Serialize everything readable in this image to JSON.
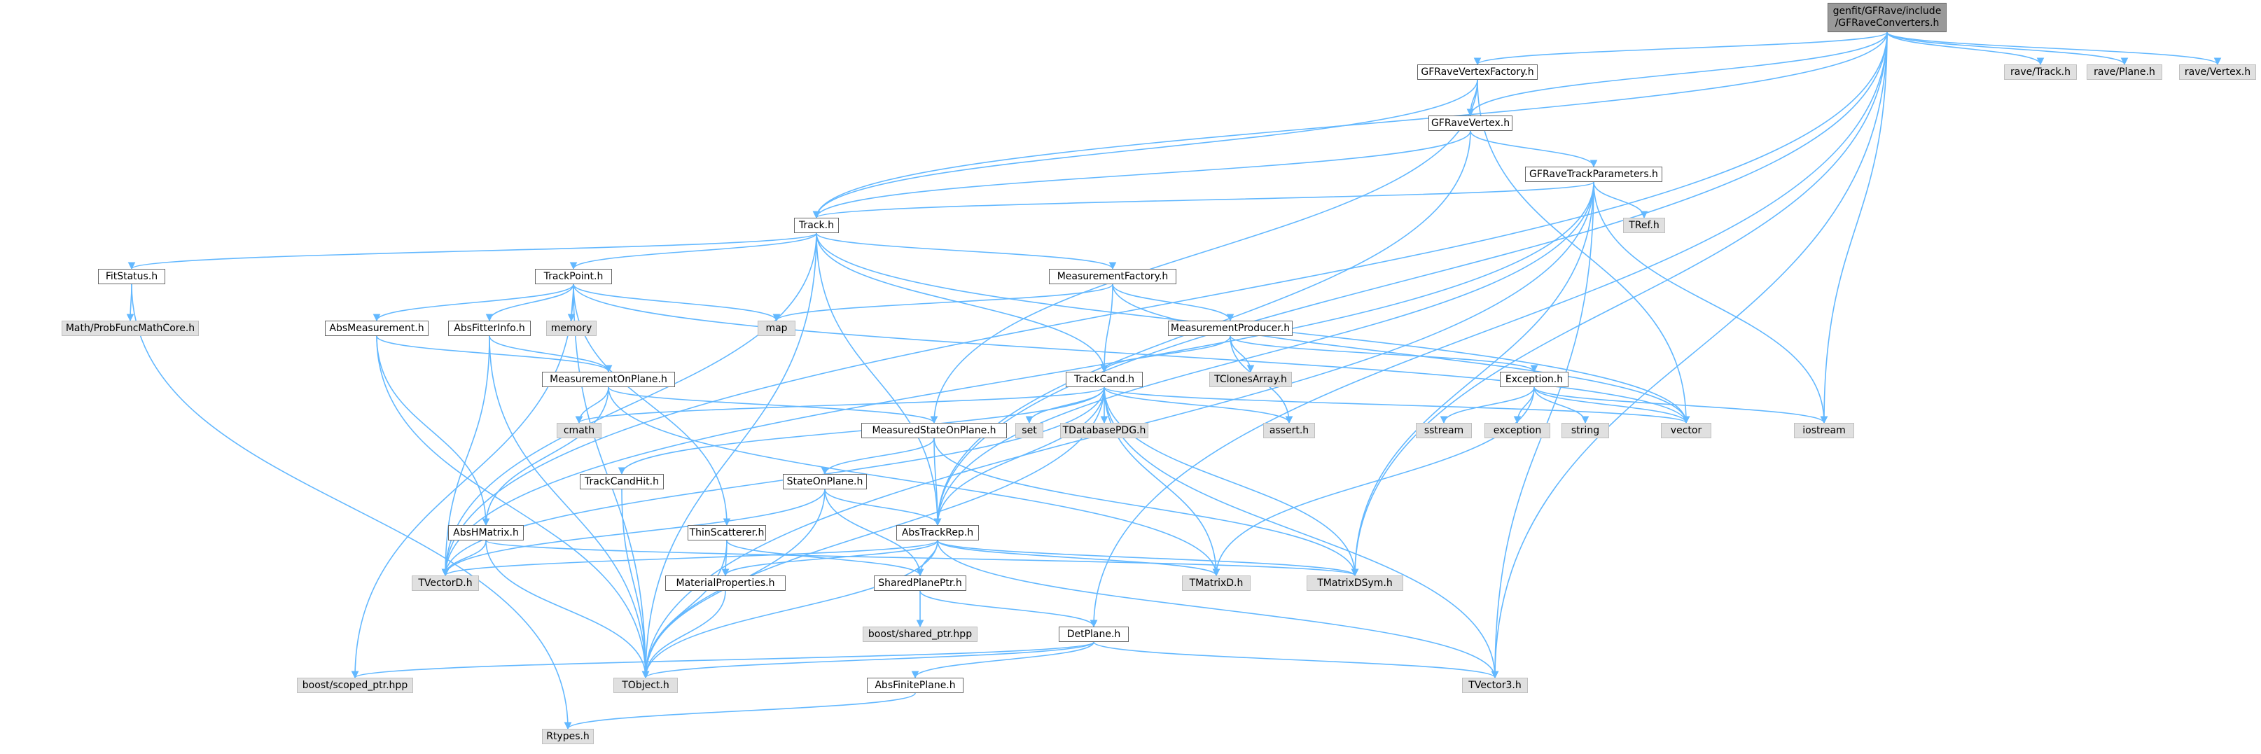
{
  "graph": {
    "colors": {
      "edge": "#63b8ff",
      "root_fill": "#999999",
      "header_fill": "#ffffff",
      "external_fill": "#e0e0e0",
      "border": "#666666"
    },
    "nodes": [
      {
        "id": "root",
        "label": "genfit/GFRave/include\n/GFRaveConverters.h",
        "kind": "root"
      },
      {
        "id": "gfrvf",
        "label": "GFRaveVertexFactory.h",
        "kind": "header"
      },
      {
        "id": "gfrv",
        "label": "GFRaveVertex.h",
        "kind": "header"
      },
      {
        "id": "gfrtp",
        "label": "GFRaveTrackParameters.h",
        "kind": "header"
      },
      {
        "id": "track",
        "label": "Track.h",
        "kind": "header"
      },
      {
        "id": "fitstatus",
        "label": "FitStatus.h",
        "kind": "header"
      },
      {
        "id": "trackpoint",
        "label": "TrackPoint.h",
        "kind": "header"
      },
      {
        "id": "measfactory",
        "label": "MeasurementFactory.h",
        "kind": "header"
      },
      {
        "id": "measproducer",
        "label": "MeasurementProducer.h",
        "kind": "header"
      },
      {
        "id": "absmeas",
        "label": "AbsMeasurement.h",
        "kind": "header"
      },
      {
        "id": "absfitter",
        "label": "AbsFitterInfo.h",
        "kind": "header"
      },
      {
        "id": "measonplane",
        "label": "MeasurementOnPlane.h",
        "kind": "header"
      },
      {
        "id": "trackcand",
        "label": "TrackCand.h",
        "kind": "header"
      },
      {
        "id": "exception",
        "label": "Exception.h",
        "kind": "header"
      },
      {
        "id": "measstate",
        "label": "MeasuredStateOnPlane.h",
        "kind": "header"
      },
      {
        "id": "trackcandhit",
        "label": "TrackCandHit.h",
        "kind": "header"
      },
      {
        "id": "stateonplane",
        "label": "StateOnPlane.h",
        "kind": "header"
      },
      {
        "id": "abshmatrix",
        "label": "AbsHMatrix.h",
        "kind": "header"
      },
      {
        "id": "thinscatterer",
        "label": "ThinScatterer.h",
        "kind": "header"
      },
      {
        "id": "abstrackrep",
        "label": "AbsTrackRep.h",
        "kind": "header"
      },
      {
        "id": "matprops",
        "label": "MaterialProperties.h",
        "kind": "header"
      },
      {
        "id": "sharedplane",
        "label": "SharedPlanePtr.h",
        "kind": "header"
      },
      {
        "id": "detplane",
        "label": "DetPlane.h",
        "kind": "header"
      },
      {
        "id": "absfinite",
        "label": "AbsFinitePlane.h",
        "kind": "header"
      },
      {
        "id": "ravetrack",
        "label": "rave/Track.h",
        "kind": "ext"
      },
      {
        "id": "raveplane",
        "label": "rave/Plane.h",
        "kind": "ext"
      },
      {
        "id": "ravevertex",
        "label": "rave/Vertex.h",
        "kind": "ext"
      },
      {
        "id": "tref",
        "label": "TRef.h",
        "kind": "ext"
      },
      {
        "id": "mathprob",
        "label": "Math/ProbFuncMathCore.h",
        "kind": "ext"
      },
      {
        "id": "memory",
        "label": "memory",
        "kind": "ext"
      },
      {
        "id": "map",
        "label": "map",
        "kind": "ext"
      },
      {
        "id": "tclones",
        "label": "TClonesArray.h",
        "kind": "ext"
      },
      {
        "id": "cmath",
        "label": "cmath",
        "kind": "ext"
      },
      {
        "id": "set",
        "label": "set",
        "kind": "ext"
      },
      {
        "id": "tdbpdg",
        "label": "TDatabasePDG.h",
        "kind": "ext"
      },
      {
        "id": "assert",
        "label": "assert.h",
        "kind": "ext"
      },
      {
        "id": "sstream",
        "label": "sstream",
        "kind": "ext"
      },
      {
        "id": "exceptionstd",
        "label": "exception",
        "kind": "ext"
      },
      {
        "id": "string",
        "label": "string",
        "kind": "ext"
      },
      {
        "id": "vector",
        "label": "vector",
        "kind": "ext"
      },
      {
        "id": "iostream",
        "label": "iostream",
        "kind": "ext"
      },
      {
        "id": "tvectord",
        "label": "TVectorD.h",
        "kind": "ext"
      },
      {
        "id": "tmatrixd",
        "label": "TMatrixD.h",
        "kind": "ext"
      },
      {
        "id": "tmatrixdsym",
        "label": "TMatrixDSym.h",
        "kind": "ext"
      },
      {
        "id": "boostshared",
        "label": "boost/shared_ptr.hpp",
        "kind": "ext"
      },
      {
        "id": "boostscoped",
        "label": "boost/scoped_ptr.hpp",
        "kind": "ext"
      },
      {
        "id": "tobject",
        "label": "TObject.h",
        "kind": "ext"
      },
      {
        "id": "tvector3",
        "label": "TVector3.h",
        "kind": "ext"
      },
      {
        "id": "rtypes",
        "label": "Rtypes.h",
        "kind": "ext"
      }
    ],
    "edges": [
      [
        "root",
        "gfrvf"
      ],
      [
        "root",
        "gfrv"
      ],
      [
        "root",
        "track"
      ],
      [
        "root",
        "ravetrack"
      ],
      [
        "root",
        "raveplane"
      ],
      [
        "root",
        "ravevertex"
      ],
      [
        "root",
        "iostream"
      ],
      [
        "root",
        "tvectord"
      ],
      [
        "root",
        "tmatrixdsym"
      ],
      [
        "root",
        "tvector3"
      ],
      [
        "root",
        "detplane"
      ],
      [
        "root",
        "abstrackrep"
      ],
      [
        "gfrvf",
        "gfrv"
      ],
      [
        "gfrvf",
        "track"
      ],
      [
        "gfrvf",
        "vector"
      ],
      [
        "gfrvf",
        "measstate"
      ],
      [
        "gfrv",
        "gfrtp"
      ],
      [
        "gfrv",
        "track"
      ],
      [
        "gfrv",
        "abstrackrep"
      ],
      [
        "gfrtp",
        "track"
      ],
      [
        "gfrtp",
        "tref"
      ],
      [
        "gfrtp",
        "iostream"
      ],
      [
        "gfrtp",
        "tvectord"
      ],
      [
        "gfrtp",
        "tmatrixdsym"
      ],
      [
        "gfrtp",
        "tvector3"
      ],
      [
        "gfrtp",
        "abstrackrep"
      ],
      [
        "gfrtp",
        "tobject"
      ],
      [
        "track",
        "fitstatus"
      ],
      [
        "track",
        "trackpoint"
      ],
      [
        "track",
        "measfactory"
      ],
      [
        "track",
        "trackcand"
      ],
      [
        "track",
        "abstrackrep"
      ],
      [
        "track",
        "vector"
      ],
      [
        "track",
        "tobject"
      ],
      [
        "track",
        "tvectord"
      ],
      [
        "fitstatus",
        "mathprob"
      ],
      [
        "fitstatus",
        "rtypes"
      ],
      [
        "trackpoint",
        "absmeas"
      ],
      [
        "trackpoint",
        "absfitter"
      ],
      [
        "trackpoint",
        "thinscatterer"
      ],
      [
        "trackpoint",
        "memory"
      ],
      [
        "trackpoint",
        "map"
      ],
      [
        "trackpoint",
        "vector"
      ],
      [
        "trackpoint",
        "tobject"
      ],
      [
        "trackpoint",
        "boostscoped"
      ],
      [
        "measfactory",
        "measproducer"
      ],
      [
        "measfactory",
        "trackcand"
      ],
      [
        "measfactory",
        "map"
      ],
      [
        "measfactory",
        "vector"
      ],
      [
        "measproducer",
        "trackcand"
      ],
      [
        "measproducer",
        "tclones"
      ],
      [
        "measproducer",
        "exception"
      ],
      [
        "measproducer",
        "assert"
      ],
      [
        "absmeas",
        "measonplane"
      ],
      [
        "absmeas",
        "abshmatrix"
      ],
      [
        "absmeas",
        "tobject"
      ],
      [
        "absfitter",
        "measonplane"
      ],
      [
        "absfitter",
        "tvectord"
      ],
      [
        "absfitter",
        "tobject"
      ],
      [
        "measonplane",
        "measstate"
      ],
      [
        "measonplane",
        "abshmatrix"
      ],
      [
        "measonplane",
        "cmath"
      ],
      [
        "measonplane",
        "tmatrixd"
      ],
      [
        "trackcand",
        "trackcandhit"
      ],
      [
        "trackcand",
        "cmath"
      ],
      [
        "trackcand",
        "set"
      ],
      [
        "trackcand",
        "tdbpdg"
      ],
      [
        "trackcand",
        "assert"
      ],
      [
        "trackcand",
        "vector"
      ],
      [
        "trackcand",
        "tvectord"
      ],
      [
        "trackcand",
        "tmatrixd"
      ],
      [
        "trackcand",
        "tmatrixdsym"
      ],
      [
        "trackcand",
        "tvector3"
      ],
      [
        "trackcand",
        "tobject"
      ],
      [
        "trackcand",
        "abstrackrep"
      ],
      [
        "exception",
        "sstream"
      ],
      [
        "exception",
        "exceptionstd"
      ],
      [
        "exception",
        "string"
      ],
      [
        "exception",
        "vector"
      ],
      [
        "exception",
        "iostream"
      ],
      [
        "exception",
        "tmatrixd"
      ],
      [
        "measstate",
        "stateonplane"
      ],
      [
        "measstate",
        "abstrackrep"
      ],
      [
        "measstate",
        "tmatrixdsym"
      ],
      [
        "trackcandhit",
        "tobject"
      ],
      [
        "stateonplane",
        "abstrackrep"
      ],
      [
        "stateonplane",
        "sharedplane"
      ],
      [
        "stateonplane",
        "tvectord"
      ],
      [
        "stateonplane",
        "tobject"
      ],
      [
        "abshmatrix",
        "tvectord"
      ],
      [
        "abshmatrix",
        "tmatrixdsym"
      ],
      [
        "abshmatrix",
        "tobject"
      ],
      [
        "thinscatterer",
        "matprops"
      ],
      [
        "thinscatterer",
        "sharedplane"
      ],
      [
        "thinscatterer",
        "tobject"
      ],
      [
        "abstrackrep",
        "matprops"
      ],
      [
        "abstrackrep",
        "sharedplane"
      ],
      [
        "abstrackrep",
        "tvectord"
      ],
      [
        "abstrackrep",
        "tmatrixd"
      ],
      [
        "abstrackrep",
        "tmatrixdsym"
      ],
      [
        "abstrackrep",
        "tvector3"
      ],
      [
        "abstrackrep",
        "tobject"
      ],
      [
        "matprops",
        "tobject"
      ],
      [
        "sharedplane",
        "boostshared"
      ],
      [
        "sharedplane",
        "detplane"
      ],
      [
        "detplane",
        "absfinite"
      ],
      [
        "detplane",
        "tobject"
      ],
      [
        "detplane",
        "tvector3"
      ],
      [
        "detplane",
        "boostscoped"
      ],
      [
        "absfinite",
        "rtypes"
      ]
    ]
  }
}
